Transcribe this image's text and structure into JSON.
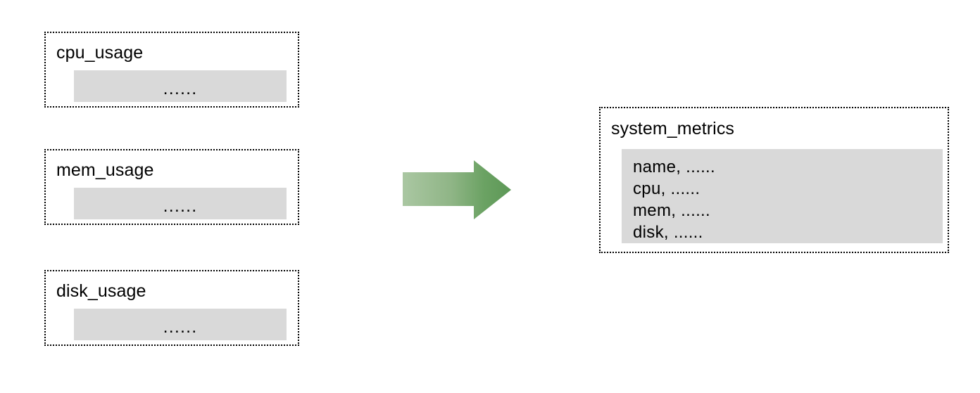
{
  "diagram": {
    "title": "",
    "type": "data-aggregation-flow",
    "colors": {
      "panel_fill": "#d9d9d9",
      "box_border": "#000000",
      "arrow_gradient_start": "#a9c6a1",
      "arrow_gradient_end": "#5f9a59",
      "background": "#ffffff",
      "text": "#000000"
    }
  },
  "sources": [
    {
      "title": "cpu_usage",
      "panel_text": "......"
    },
    {
      "title": "mem_usage",
      "panel_text": "......"
    },
    {
      "title": "disk_usage",
      "panel_text": "......"
    }
  ],
  "arrow": {
    "icon": "right-block-arrow-icon",
    "direction": "right"
  },
  "target": {
    "title": "system_metrics",
    "rows": [
      "name, ......",
      "cpu, ......",
      "mem, ......",
      "disk, ......"
    ]
  }
}
